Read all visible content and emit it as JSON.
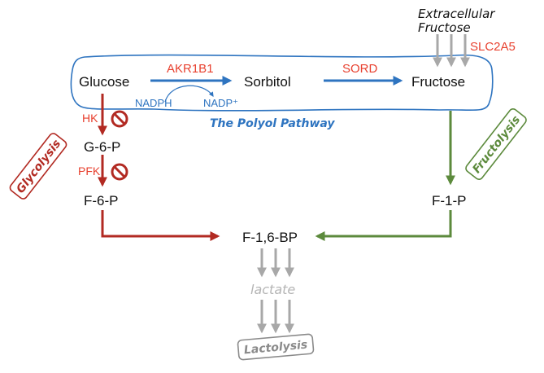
{
  "nodes": {
    "glucose": "Glucose",
    "sorbitol": "Sorbitol",
    "fructose": "Fructose",
    "g6p": "G-6-P",
    "f6p": "F-6-P",
    "f1p": "F-1-P",
    "f16bp": "F-1,6-BP",
    "lactate": "lactate",
    "extracellular_line1": "Extracellular",
    "extracellular_line2": "Fructose"
  },
  "enzymes": {
    "akr1b1": "AKR1B1",
    "sord": "SORD",
    "slc2a5": "SLC2A5",
    "hk": "HK",
    "pfk": "PFK"
  },
  "cofactors": {
    "nadph": "NADPH",
    "nadp": "NADP⁺"
  },
  "pathways": {
    "polyol": "The Polyol Pathway",
    "glycolysis": "Glycolysis",
    "fructolysis": "Fructolysis",
    "lactolysis": "Lactolysis"
  },
  "colors": {
    "red": "#b22a22",
    "red_label": "#e8412f",
    "blue": "#2e74c0",
    "green": "#5c8a3c",
    "gray": "#a8a8a8",
    "black": "#111111"
  }
}
